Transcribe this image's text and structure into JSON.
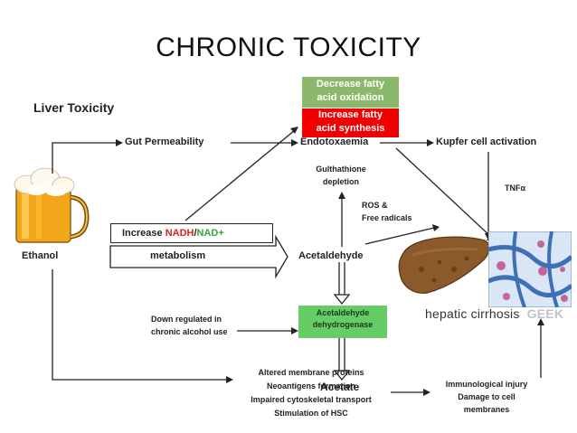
{
  "title": "CHRONIC TOXICITY",
  "subtitle": "Liver Toxicity",
  "labels": {
    "ethanol": "Ethanol",
    "gut_permeability": "Gut Permeability",
    "endotoxaemia": "Endotoxaemia",
    "kupfer": "Kupfer cell activation",
    "tnf": "TNFα",
    "gulthatione_1": "Gulthathione",
    "gulthatione_2": "depletion",
    "ros_1": "ROS &",
    "ros_2": "Free radicals",
    "acetaldehyde": "Acetaldehyde",
    "acetate": "Acetate",
    "down_1": "Down regulated in",
    "down_2": "chronic alcohol use",
    "cirrhosis": "hepatic cirrhosis",
    "watermark": "GEEK"
  },
  "boxes": {
    "decrease_1": "Decrease fatty",
    "decrease_2": "acid oxidation",
    "increase_1": "Increase fatty",
    "increase_2": "acid synthesis",
    "enzyme_1": "Acetaldehyde",
    "enzyme_2": "dehydrogenase"
  },
  "metabolism": {
    "prefix": "Increase ",
    "nadh": "NADH",
    "slash": "/",
    "nad": "NAD+",
    "word": "metabolism"
  },
  "lists": {
    "altered": [
      "Altered membrane proteins",
      "Neoantigens formation",
      "Impaired cytoskeletal transport",
      "Stimulation of HSC"
    ],
    "immuno": [
      "Immunological injury",
      "Damage to cell",
      "membranes"
    ]
  },
  "colors": {
    "green": "#8bb86b",
    "red": "#f00000",
    "nadh": "#e0201a",
    "nad": "#3aa63a",
    "enzyme": "#66cc66"
  },
  "icons": [
    "beer-mug-icon",
    "liver-image",
    "histology-image"
  ]
}
